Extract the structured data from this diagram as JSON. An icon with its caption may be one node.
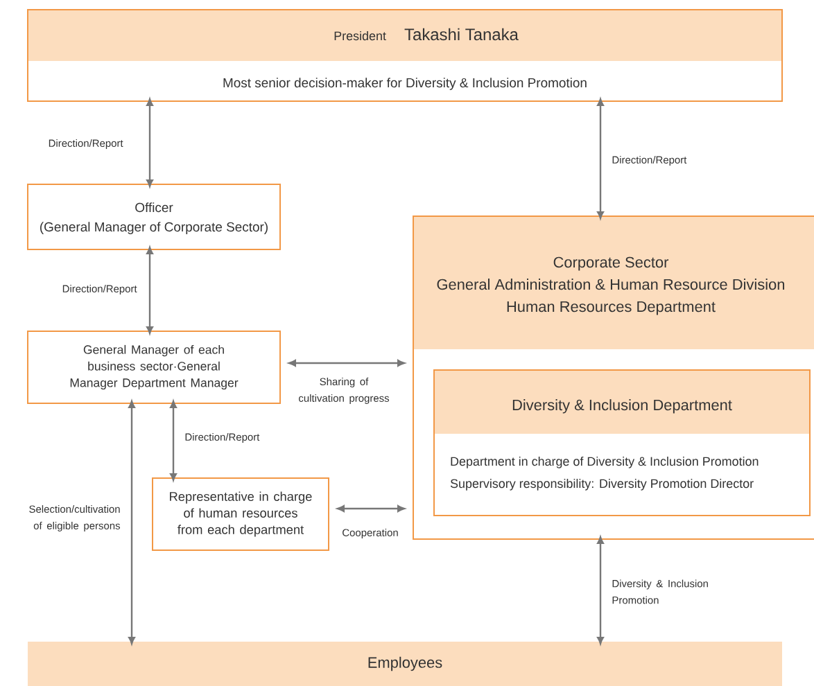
{
  "diagram": {
    "nodes": [
      {
        "text": [
          "President",
          "Takashi Tanaka",
          "Most senior decision-maker for Diversity & Inclusion Promotion"
        ]
      },
      {
        "text": [
          "Officer",
          "(General Manager of Corporate Sector)"
        ]
      },
      {
        "text": [
          "General Manager of each business sector·General Manager Department Manager"
        ]
      },
      {
        "text": [
          "Representative in charge of human resources from each department"
        ]
      },
      {
        "text": [
          "Corporate Sector",
          "General Administration & Human Resource Division",
          "Human Resources Department"
        ]
      },
      {
        "text": [
          "Diversity & Inclusion Department",
          "Department in charge of Diversity & Inclusion Promotion",
          "Supervisory responsibility: Diversity Promotion Director"
        ],
        "in": 4
      },
      {
        "text": [
          "Employees"
        ]
      }
    ],
    "edges": [
      {
        "from": 0,
        "to": 1,
        "arrow": "both",
        "label": "Direction/Report"
      },
      {
        "from": 1,
        "to": 2,
        "arrow": "both",
        "label": "Direction/Report"
      },
      {
        "from": 2,
        "to": 4,
        "arrow": "both",
        "label": "Sharing of cultivation progress"
      },
      {
        "from": 2,
        "to": 3,
        "arrow": "both",
        "label": "Direction/Report"
      },
      {
        "from": 3,
        "to": 4,
        "arrow": "both",
        "label": "Cooperation"
      },
      {
        "from": 0,
        "to": 4,
        "arrow": "both",
        "label": "Direction/Report"
      },
      {
        "from": 4,
        "to": 6,
        "arrow": "both",
        "label": "Diversity & Inclusion Promotion"
      },
      {
        "from": 2,
        "to": 6,
        "arrow": "both",
        "label": "Selection/cultivation of eligible persons"
      }
    ]
  }
}
